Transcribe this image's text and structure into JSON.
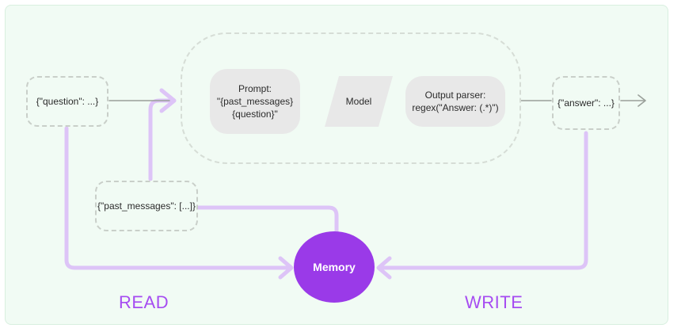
{
  "nodes": {
    "question_input": "{\"question\": ...}",
    "prompt_title": "Prompt:",
    "prompt_template_line1": "\"{past_messages}",
    "prompt_template_line2": "{question}\"",
    "model": "Model",
    "parser_title": "Output parser:",
    "parser_regex": "regex(\"Answer: (.*)\")",
    "answer_output": "{\"answer\": ...}",
    "past_messages": "{\"past_messages\": [...]}",
    "memory": "Memory"
  },
  "labels": {
    "read": "READ",
    "write": "WRITE"
  },
  "colors": {
    "panel_background": "#f1fbf4",
    "memory_fill": "#9a3ae8",
    "read_write_text": "#a64cf1",
    "memory_links": "#ddc4f7",
    "flow_line": "#9aa09a",
    "step_fill": "#e8e8e8"
  }
}
